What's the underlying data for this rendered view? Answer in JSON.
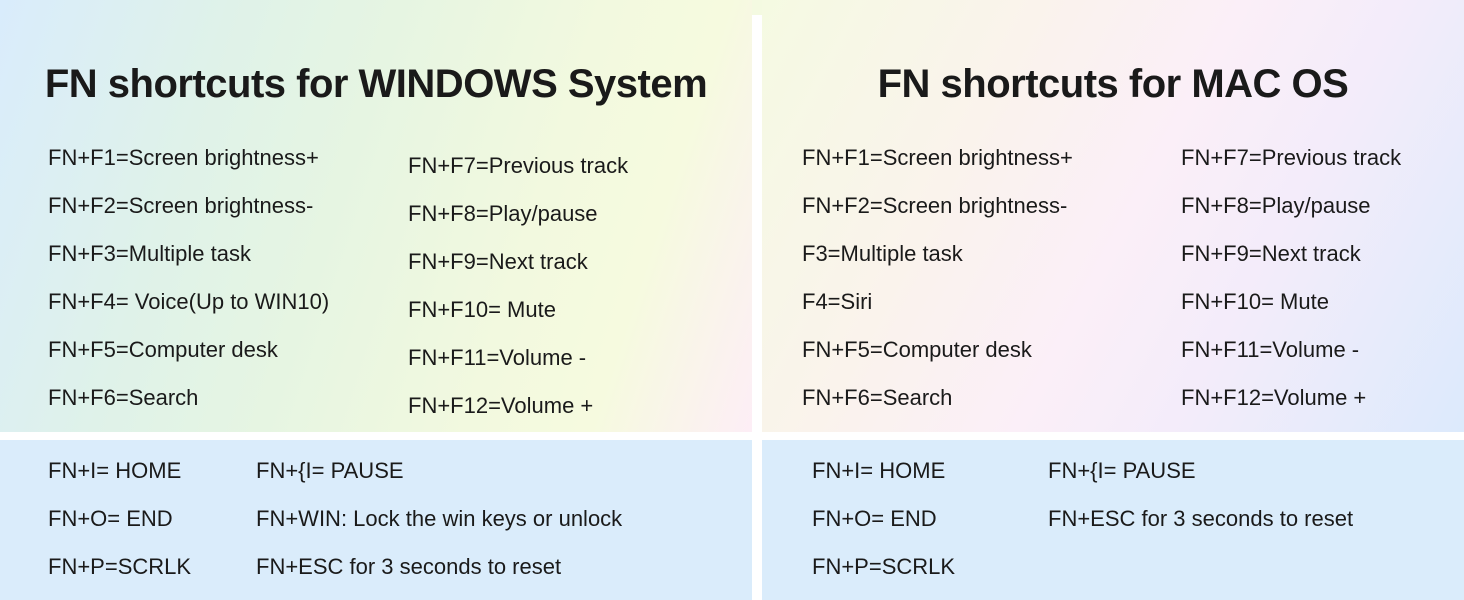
{
  "colors": {
    "text": "#1a1a1a",
    "bottom_box_bg": "#daecfb",
    "divider": "#ffffff",
    "left_panel_gradient": [
      "#d9ecfc",
      "#e0f3e9",
      "#f2f9df",
      "#fdeef6"
    ],
    "right_panel_gradient": [
      "#f5fae2",
      "#fbeff8",
      "#dceafc"
    ]
  },
  "panels": [
    {
      "title": "FN shortcuts for WINDOWS System",
      "col1": [
        "FN+F1=Screen brightness+",
        "FN+F2=Screen brightness-",
        "FN+F3=Multiple task",
        "FN+F4= Voice(Up to WIN10)",
        "FN+F5=Computer desk",
        "FN+F6=Search"
      ],
      "col2": [
        "FN+F7=Previous track",
        "FN+F8=Play/pause",
        "FN+F9=Next track",
        "FN+F10= Mute",
        "FN+F11=Volume -",
        "FN+F12=Volume +"
      ],
      "bottom_col1": [
        "FN+I= HOME",
        "FN+O= END",
        "FN+P=SCRLK"
      ],
      "bottom_col2": [
        "FN+{I= PAUSE",
        "FN+WIN: Lock the win keys or unlock",
        "FN+ESC for 3 seconds to reset"
      ]
    },
    {
      "title": "FN shortcuts for MAC OS",
      "col1": [
        "FN+F1=Screen brightness+",
        "FN+F2=Screen brightness-",
        "F3=Multiple task",
        "F4=Siri",
        "FN+F5=Computer desk",
        "FN+F6=Search"
      ],
      "col2": [
        "FN+F7=Previous track",
        "FN+F8=Play/pause",
        "FN+F9=Next track",
        "FN+F10= Mute",
        "FN+F11=Volume -",
        "FN+F12=Volume +"
      ],
      "bottom_col1": [
        "FN+I= HOME",
        "FN+O= END",
        "FN+P=SCRLK"
      ],
      "bottom_col2": [
        "FN+{I= PAUSE",
        "FN+ESC for 3 seconds to reset"
      ]
    }
  ]
}
